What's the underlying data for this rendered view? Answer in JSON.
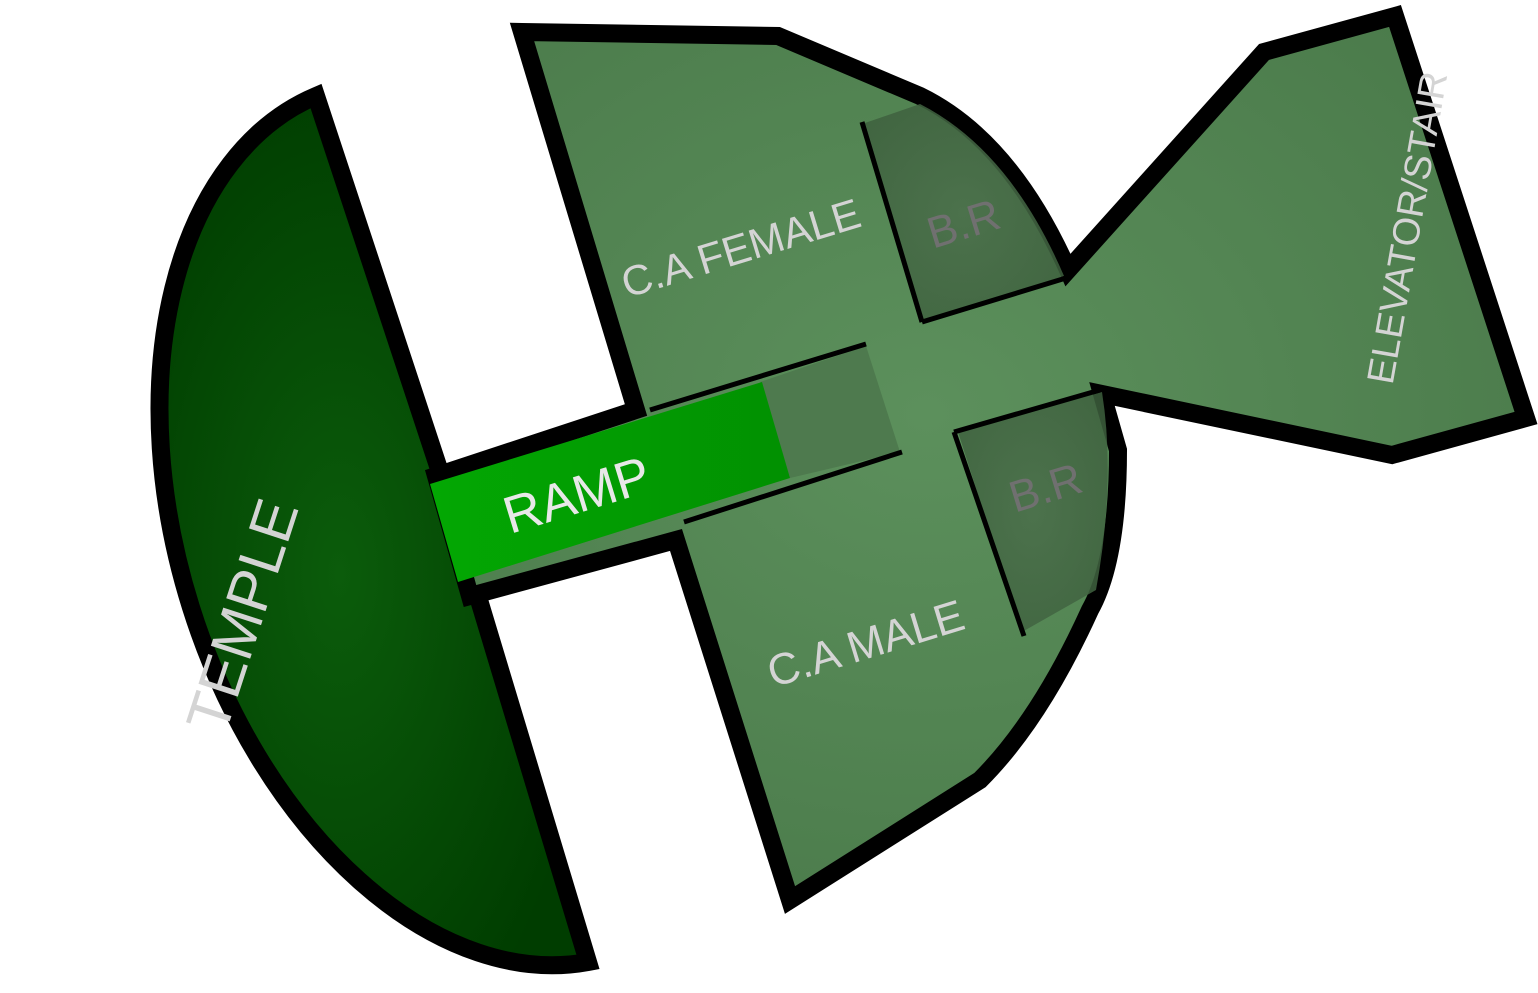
{
  "rooms": {
    "temple": "TEMPLE",
    "ramp": "RAMP",
    "ca_female": "C.A FEMALE",
    "ca_male": "C.A MALE",
    "br_upper": "B.R",
    "br_lower": "B.R",
    "elevator_stair": "ELEVATOR/STAIR"
  },
  "colors": {
    "temple_fill": "#014a01",
    "ramp_fill": "#029a02",
    "hall_fill": "#568a56",
    "hall_shadow": "#3c603c",
    "wall": "#000000",
    "room_label": "#d4d4d4",
    "br_label": "#707070"
  }
}
